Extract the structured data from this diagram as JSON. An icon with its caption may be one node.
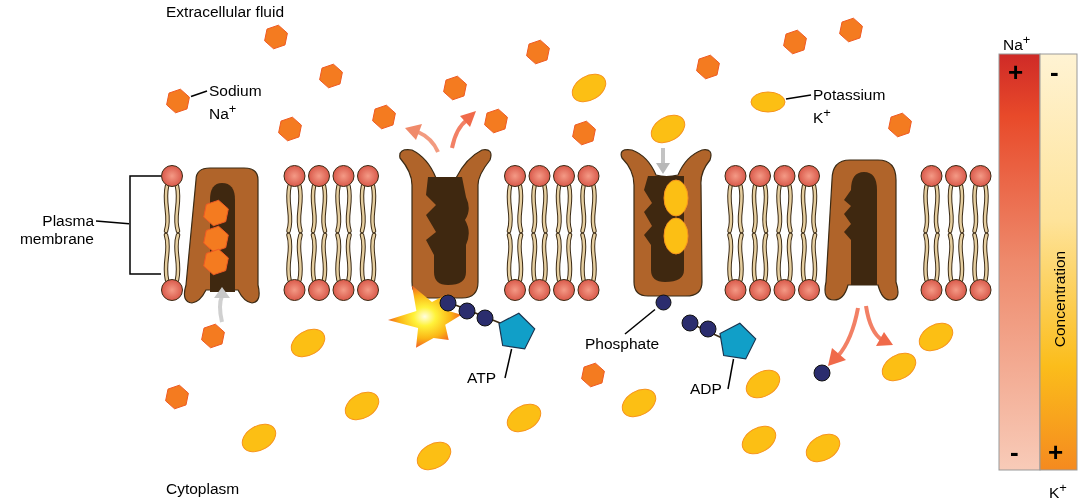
{
  "diagram": {
    "nodes": [
      {
        "text": [
          "Sodium Na$^{+}$"
        ]
      },
      {
        "text": [],
        "shape": "hexagon"
      },
      {
        "text": [
          "Potassium K$^{+}$"
        ]
      },
      {
        "text": [],
        "shape": "ellipse"
      },
      {
        "text": [
          "Plasma membrane"
        ]
      },
      {
        "text": [
          "Phosphate"
        ]
      },
      {
        "text": [],
        "shape": "circle"
      },
      {
        "text": [
          "ATP"
        ]
      },
      {
        "text": [],
        "shape": "pentagon"
      },
      {
        "text": [
          "ADP"
        ]
      },
      {
        "text": [],
        "shape": "pentagon"
      },
      {
        "text": [],
        "shape": "bracket"
      }
    ],
    "edges": [
      {
        "from": 0,
        "to": 1,
        "arrow": "none"
      },
      {
        "from": 2,
        "to": 3,
        "arrow": "none"
      },
      {
        "from": 4,
        "to": 11,
        "arrow": "none"
      },
      {
        "from": 5,
        "to": 6,
        "arrow": "none"
      },
      {
        "from": 7,
        "to": 8,
        "arrow": "none"
      },
      {
        "from": 9,
        "to": 10,
        "arrow": "none"
      }
    ],
    "labels": [
      "Extracellular fluid",
      "Na$^{+}$",
      "+",
      "-",
      "Concentration",
      "-",
      "+",
      "Cytoplasm",
      "K$^{+}$"
    ]
  }
}
